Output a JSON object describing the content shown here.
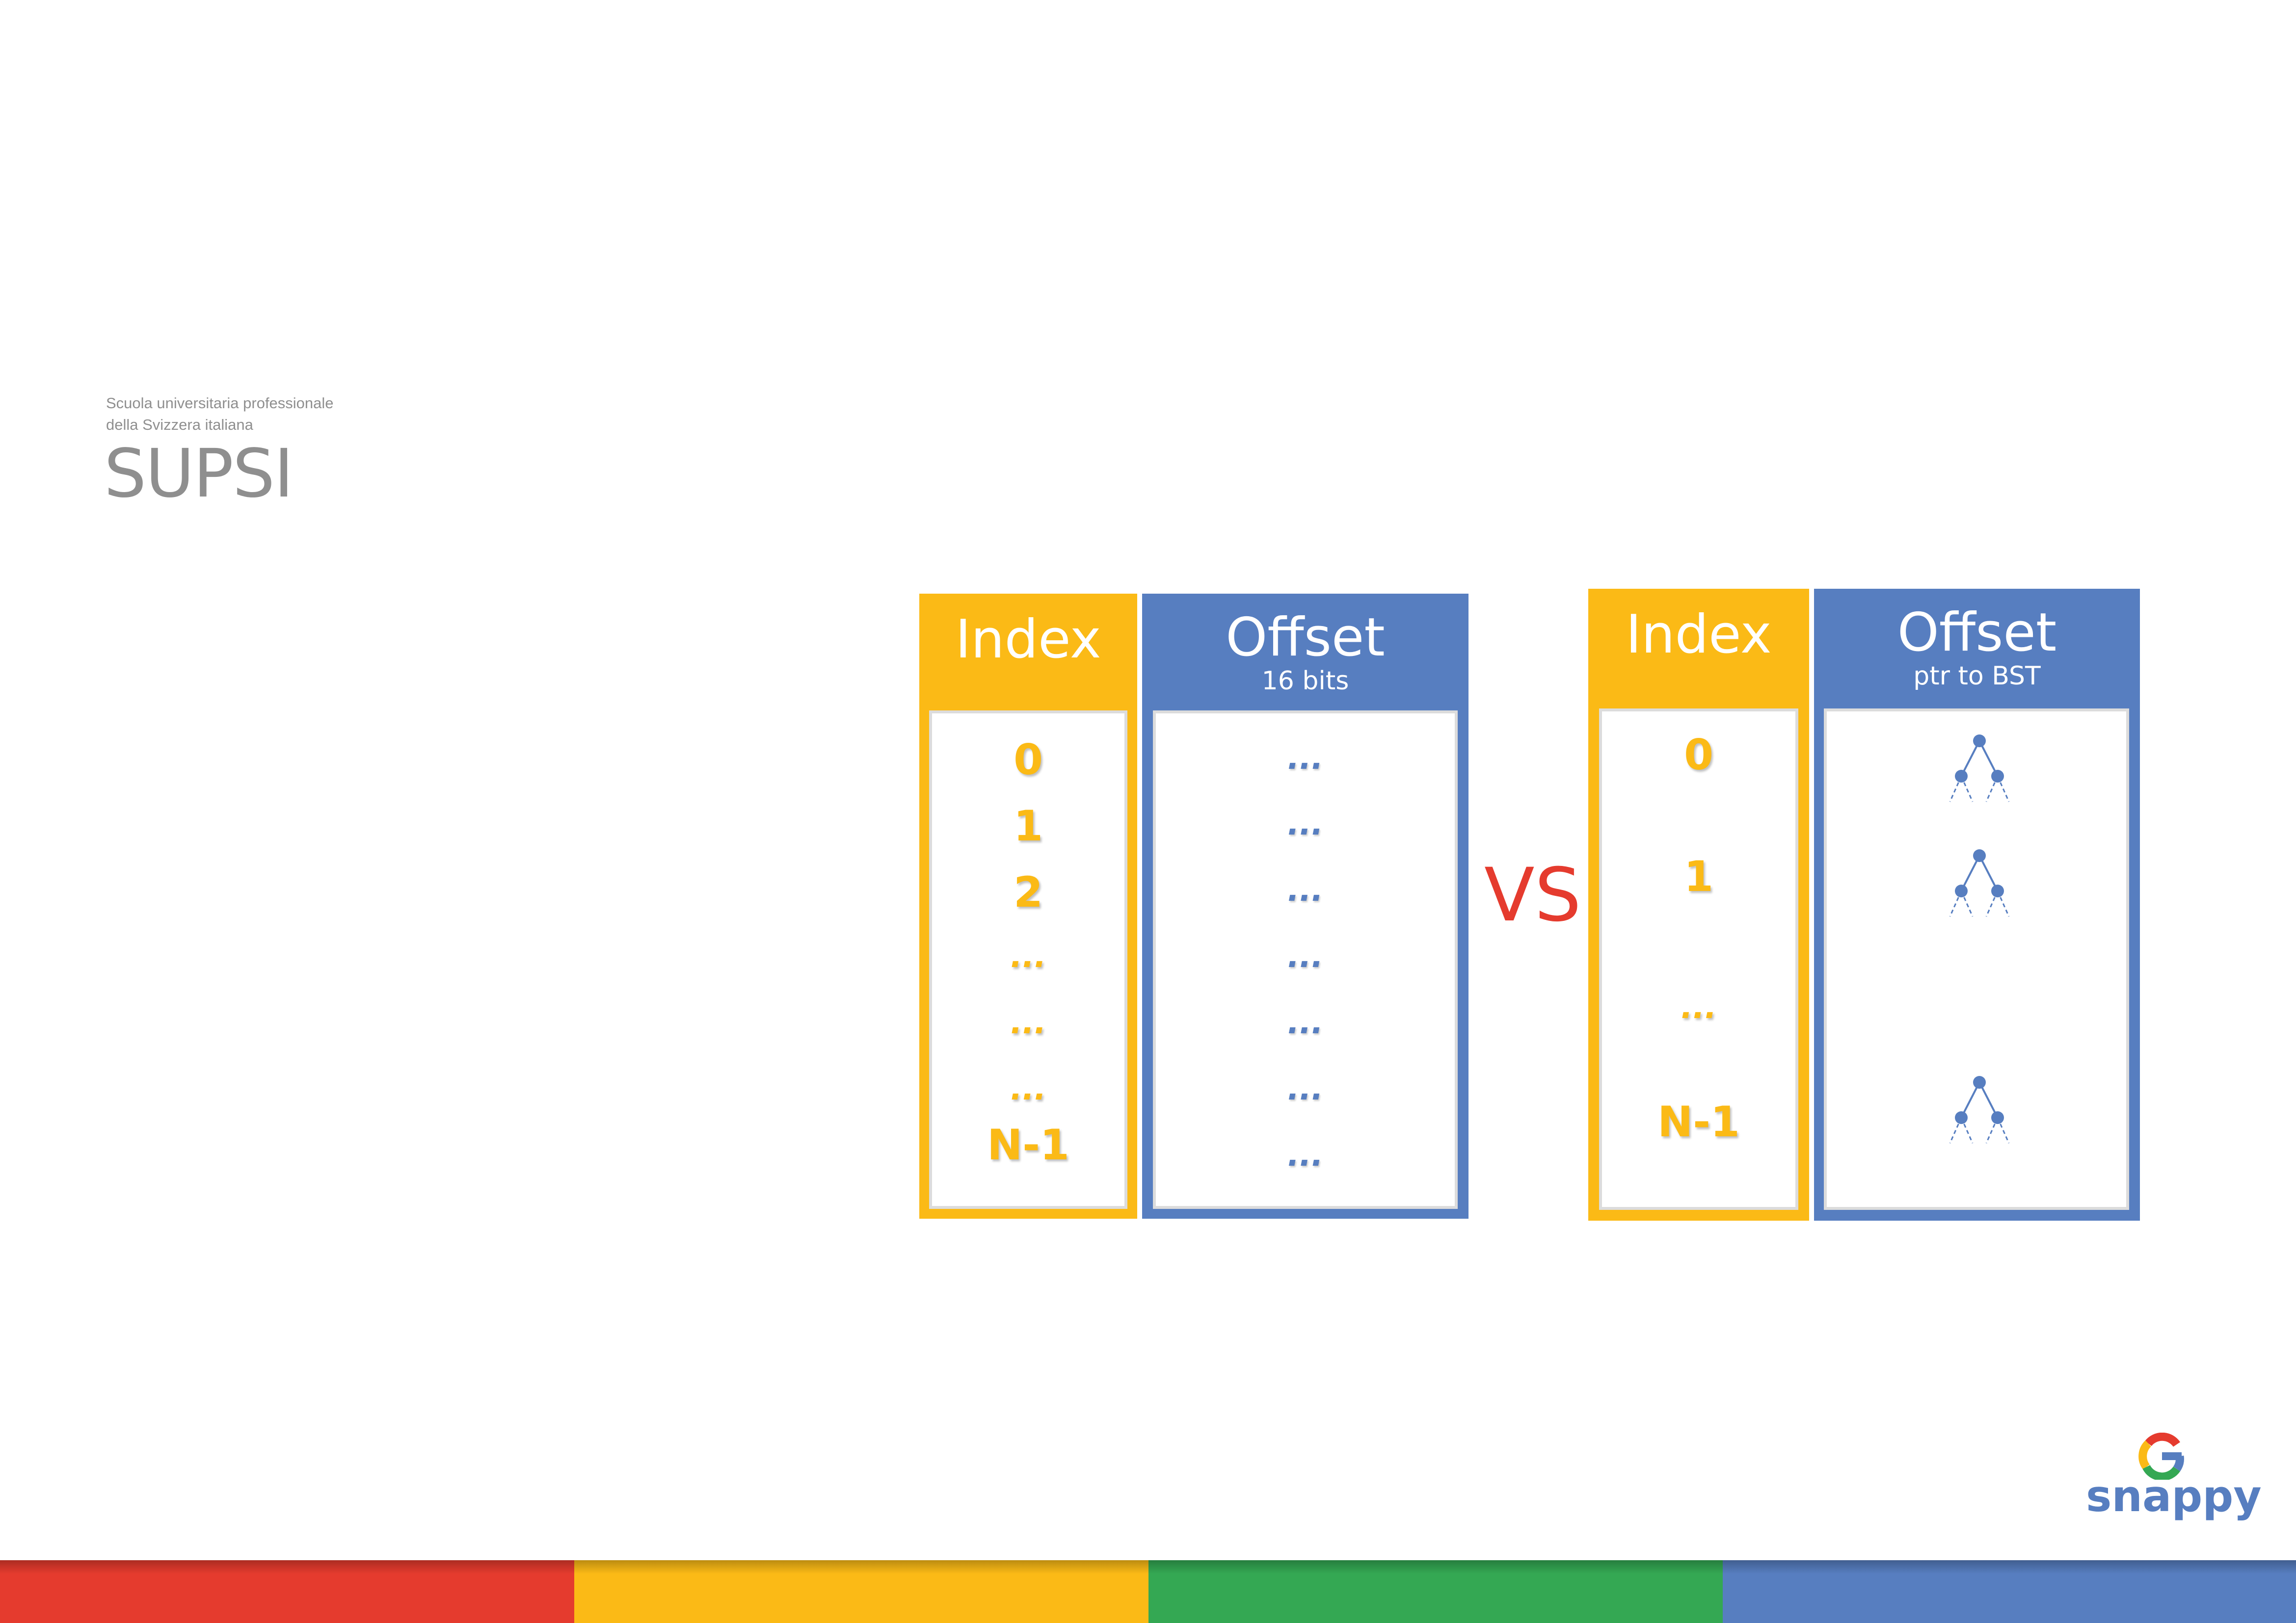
{
  "brand": {
    "institution_line1": "Scuola universitaria professionale",
    "institution_line2": "della Svizzera italiana",
    "institution_name": "SUPSI",
    "product_name": "snappy"
  },
  "colors": {
    "yellow": "#FBBA16",
    "blue": "#577EC0",
    "red": "#E53B2E",
    "green": "#34A853"
  },
  "left_table": {
    "index_header": "Index",
    "offset_header": "Offset",
    "offset_sub": "16 bits",
    "index_values": [
      "0",
      "1",
      "2",
      "...",
      "...",
      "...",
      "N-1"
    ],
    "offset_values": [
      "...",
      "...",
      "...",
      "...",
      "...",
      "...",
      "..."
    ]
  },
  "vs_label": "VS",
  "right_table": {
    "index_header": "Index",
    "offset_header": "Offset",
    "offset_sub": "ptr to BST",
    "index_values": [
      "0",
      "1",
      "...",
      "N-1"
    ],
    "offset_icons": [
      "bst-tree-icon",
      "bst-tree-icon",
      "bst-tree-icon"
    ]
  }
}
